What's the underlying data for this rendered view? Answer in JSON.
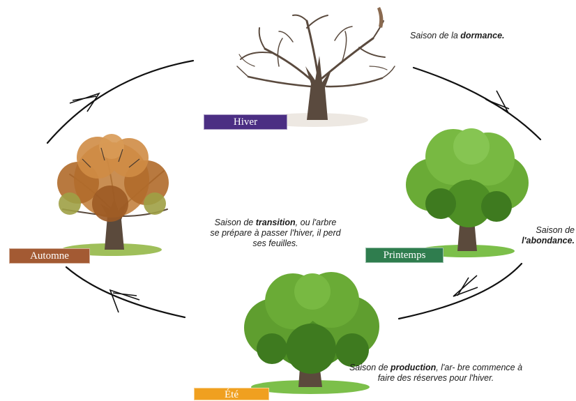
{
  "seasons": {
    "hiver": {
      "label": "Hiver",
      "color": "#4b2e83",
      "caption_pre": "Saison de la ",
      "caption_bold": "dormance.",
      "caption_post": ""
    },
    "printemps": {
      "label": "Printemps",
      "color": "#2f7d4e",
      "caption_pre": "Saison de ",
      "caption_bold": "l'abondance.",
      "caption_post": ""
    },
    "ete": {
      "label": "Été",
      "color": "#f0a020",
      "caption_pre": "Saison de ",
      "caption_bold": "production",
      "caption_post": ", l'ar- bre commence à faire des réserves pour l'hiver."
    },
    "automne": {
      "label": "Automne",
      "color": "#a35a33",
      "caption_pre": "Saison de ",
      "caption_bold": "transition",
      "caption_post": ", ou l'arbre se prépare à passer l'hiver, il perd ses feuilles."
    }
  },
  "tree_colors": {
    "bare_branch": "#5a4a3e",
    "foliage_green": "#5f9e2f",
    "foliage_dark": "#3e7a1f",
    "autumn_leaf": "#c07a35",
    "trunk": "#5b4a3c",
    "grass": "#7cbf4a"
  }
}
